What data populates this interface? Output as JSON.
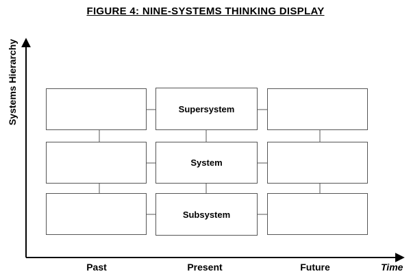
{
  "title": "FIGURE 4:  NINE-SYSTEMS THINKING DISPLAY",
  "y_axis_label": "Systems Hierarchy",
  "x_axis_label": "Time",
  "columns": [
    "Past",
    "Present",
    "Future"
  ],
  "grid": [
    [
      "",
      "Supersystem",
      ""
    ],
    [
      "",
      "System",
      ""
    ],
    [
      "",
      "Subsystem",
      ""
    ]
  ]
}
